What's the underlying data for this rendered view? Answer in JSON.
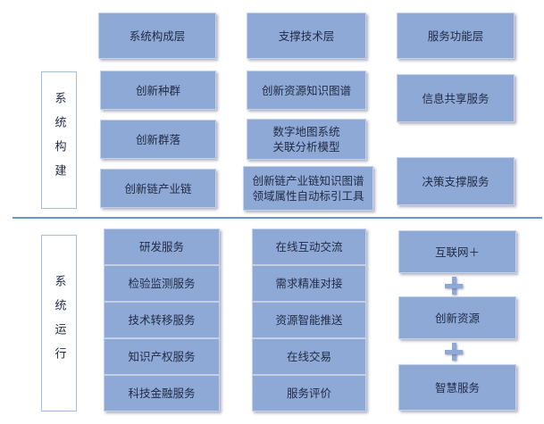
{
  "headers": [
    "系统构成层",
    "支撑技术层",
    "服务功能层"
  ],
  "construction": {
    "label": "系统构建",
    "col1": [
      "创新种群",
      "创新群落",
      "创新链产业链"
    ],
    "col2": [
      "创新资源知识图谱",
      "数字地图系统\n关联分析模型",
      "创新链产业链知识图谱\n领域属性自动标引工具"
    ],
    "col3": [
      "信息共享服务",
      "决策支撑服务"
    ]
  },
  "operation": {
    "label": "系统运行",
    "col1": [
      "研发服务",
      "检验监测服务",
      "技术转移服务",
      "知识产权服务",
      "科技金融服务"
    ],
    "col2": [
      "在线互动交流",
      "需求精准对接",
      "资源智能推送",
      "在线交易",
      "服务评价"
    ],
    "col3": [
      "互联网＋",
      "创新资源",
      "智慧服务"
    ]
  }
}
